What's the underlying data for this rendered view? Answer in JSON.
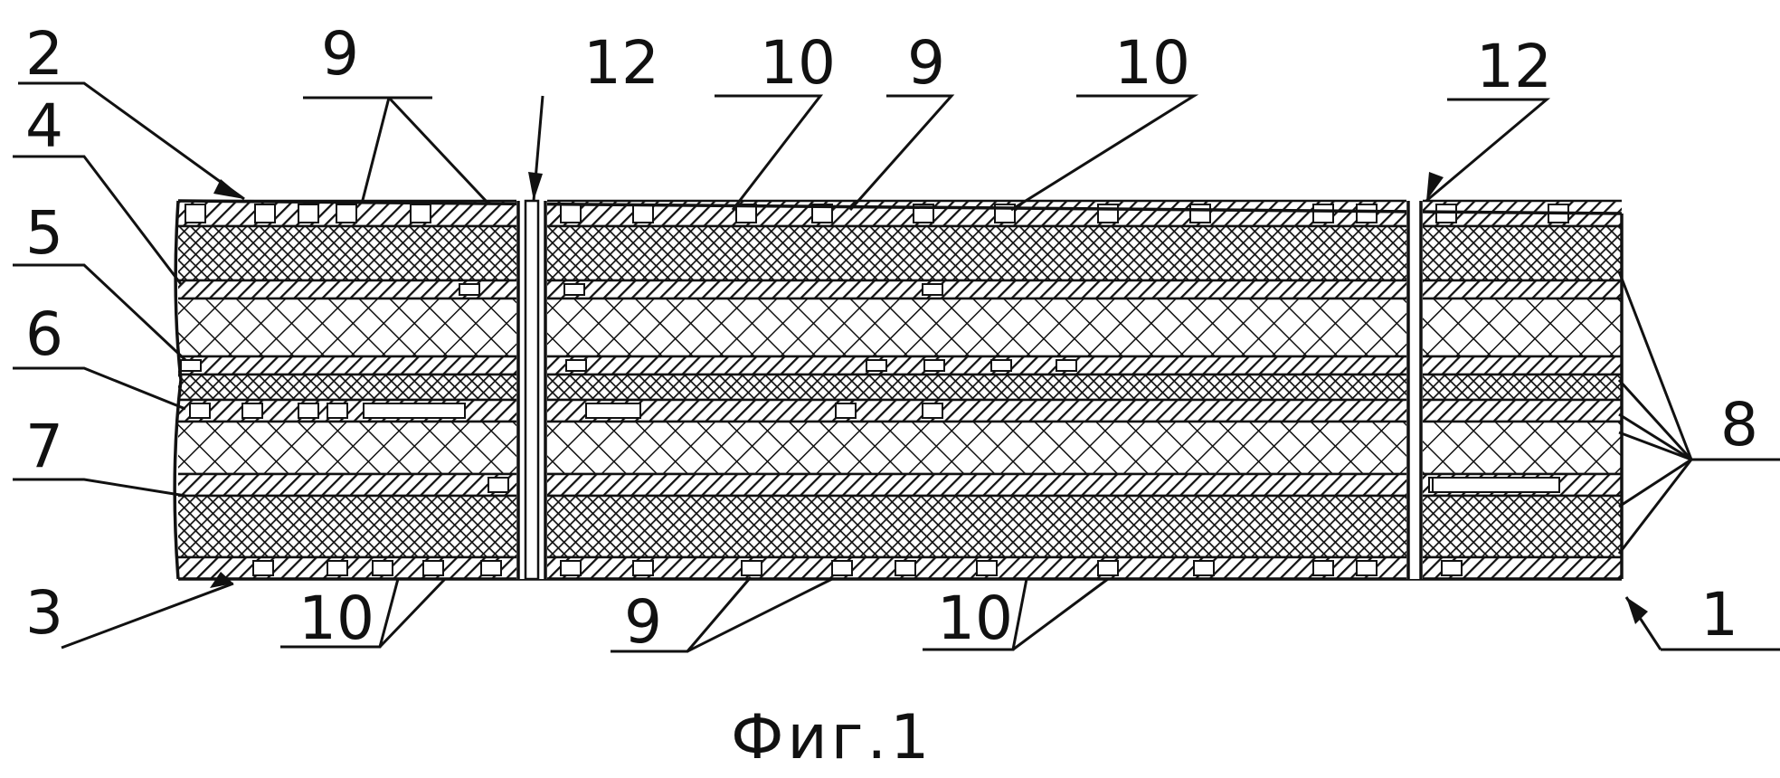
{
  "figure": {
    "caption": "Фиг.1"
  },
  "labels": {
    "l1": "1",
    "l2": "2",
    "l3": "3",
    "l4": "4",
    "l5": "5",
    "l6": "6",
    "l7": "7",
    "l8": "8",
    "l9_top_left": "9",
    "l9_top_mid": "9",
    "l9_bottom": "9",
    "l10_top_a": "10",
    "l10_top_b": "10",
    "l10_bottom_left": "10",
    "l10_bottom_mid": "10",
    "l12_left": "12",
    "l12_right": "12"
  },
  "colors": {
    "ink": "#111111",
    "paper": "#ffffff"
  }
}
